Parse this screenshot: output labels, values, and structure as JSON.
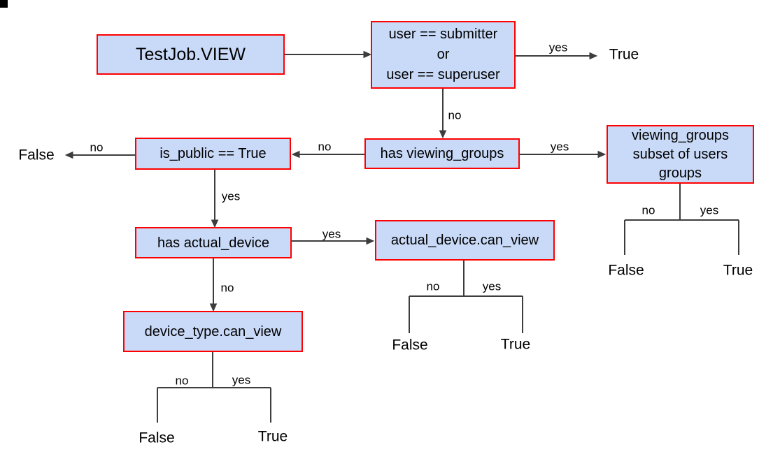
{
  "colors": {
    "node_fill": "#c9daf8",
    "node_border": "#ff0000",
    "connector": "#3d3d3d",
    "text": "#000000",
    "background": "#ffffff"
  },
  "nodes": {
    "root": {
      "label": "TestJob.VIEW"
    },
    "user_check": {
      "label": "user == submitter\nor\nuser == superuser"
    },
    "has_viewing_groups": {
      "label": "has viewing_groups"
    },
    "viewing_groups_subset": {
      "label": "viewing_groups\nsubset of users\ngroups"
    },
    "is_public": {
      "label": "is_public == True"
    },
    "has_actual_device": {
      "label": "has actual_device"
    },
    "actual_device_can_view": {
      "label": "actual_device.can_view"
    },
    "device_type_can_view": {
      "label": "device_type.can_view"
    }
  },
  "edges": {
    "user_yes": {
      "label": "yes"
    },
    "user_no": {
      "label": "no"
    },
    "hvg_yes": {
      "label": "yes"
    },
    "hvg_no": {
      "label": "no"
    },
    "is_public_no": {
      "label": "no"
    },
    "is_public_yes": {
      "label": "yes"
    },
    "vgs_no": {
      "label": "no"
    },
    "vgs_yes": {
      "label": "yes"
    },
    "had_yes": {
      "label": "yes"
    },
    "had_no": {
      "label": "no"
    },
    "adcv_no": {
      "label": "no"
    },
    "adcv_yes": {
      "label": "yes"
    },
    "dtcv_no": {
      "label": "no"
    },
    "dtcv_yes": {
      "label": "yes"
    }
  },
  "terminals": {
    "user_true": "True",
    "is_public_false": "False",
    "vgs_false": "False",
    "vgs_true": "True",
    "adcv_false": "False",
    "adcv_true": "True",
    "dtcv_false": "False",
    "dtcv_true": "True"
  }
}
